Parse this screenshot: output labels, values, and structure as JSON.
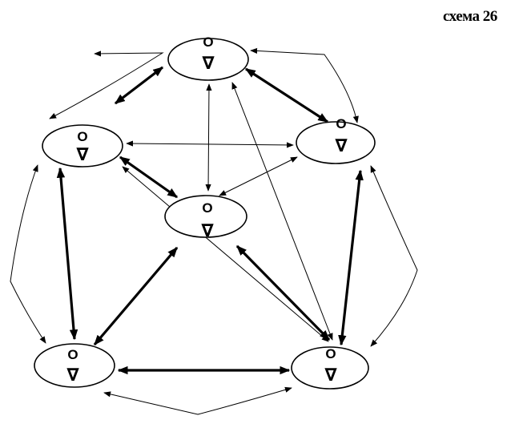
{
  "caption": "схема 26",
  "node_symbols": {
    "top": "О",
    "bottom": "∇"
  },
  "nodes": [
    "top",
    "left",
    "right",
    "center",
    "bottom-left",
    "bottom-right"
  ],
  "edges": [
    {
      "from": "top",
      "to": "left",
      "weight": "thick"
    },
    {
      "from": "top",
      "to": "right",
      "weight": "thick"
    },
    {
      "from": "left",
      "to": "center",
      "weight": "thick"
    },
    {
      "from": "center",
      "to": "bottom-left",
      "weight": "thick"
    },
    {
      "from": "center",
      "to": "bottom-right",
      "weight": "thick"
    },
    {
      "from": "left",
      "to": "bottom-left",
      "weight": "thick"
    },
    {
      "from": "right",
      "to": "bottom-right",
      "weight": "thick"
    },
    {
      "from": "bottom-left",
      "to": "bottom-right",
      "weight": "thick"
    },
    {
      "from": "left",
      "to": "right",
      "weight": "thin"
    },
    {
      "from": "top",
      "to": "center",
      "weight": "thin"
    },
    {
      "from": "right",
      "to": "center",
      "weight": "thin"
    },
    {
      "from": "top",
      "to": "bottom-right",
      "weight": "thin"
    },
    {
      "from": "left",
      "to": "bottom-right",
      "weight": "thin"
    },
    {
      "from": "top",
      "to": "left",
      "weight": "thin-outer"
    },
    {
      "from": "top",
      "to": "right",
      "weight": "thin-outer"
    },
    {
      "from": "left",
      "to": "bottom-left",
      "weight": "thin-outer"
    },
    {
      "from": "right",
      "to": "bottom-right",
      "weight": "thin-outer"
    },
    {
      "from": "bottom-left",
      "to": "bottom-right",
      "weight": "thin-outer"
    }
  ]
}
